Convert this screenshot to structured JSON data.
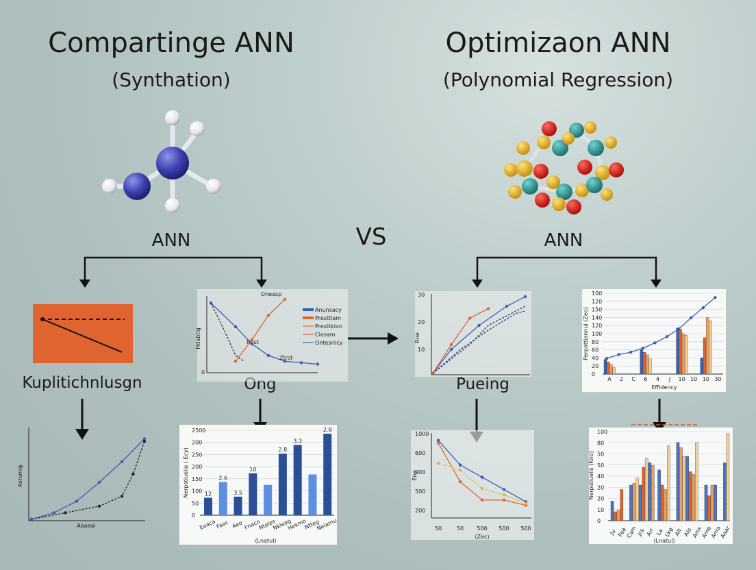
{
  "left": {
    "title": "Compartinge ANN",
    "subtitle": "(Synthation)",
    "ann_label": "ANN",
    "label_a": "Kuplitichnlusgn",
    "label_b": "Ong"
  },
  "right": {
    "title": "Optimizaon ANN",
    "subtitle": "(Polynomial Regression)",
    "ann_label": "ANN",
    "label_c": "Pueing"
  },
  "vs_label": "VS",
  "colors": {
    "arrow": "#111111",
    "orange": "#e0642f",
    "blue": "#3b5bb8",
    "teal": "#2f9a98",
    "yellow": "#e6b530",
    "red": "#d42020",
    "tan": "#e9c286"
  },
  "icons": [
    "molecule-ammonia-icon",
    "molecule-ring-icon",
    "arrow-down-icon",
    "arrow-right-icon"
  ],
  "chart_data": [
    {
      "type": "line",
      "id": "line-legend",
      "title": "Oneasp",
      "ylabel": "Hdabtig",
      "y_tick": "0",
      "legend": [
        "Anunsacy",
        "Presttlam",
        "Presttkion",
        "Ciasam",
        "Ontesriicy"
      ],
      "annotations": [
        "Rnst",
        "Ztrst"
      ],
      "series": [
        {
          "values": [
            [
              0,
              95
            ],
            [
              3,
              62
            ],
            [
              5,
              38
            ],
            [
              7,
              22
            ],
            [
              9,
              14
            ],
            [
              11,
              12
            ],
            [
              13,
              10
            ]
          ]
        },
        {
          "values": [
            [
              3,
              14
            ],
            [
              5,
              44
            ],
            [
              7,
              78
            ],
            [
              9,
              100
            ]
          ]
        },
        {
          "values": [
            [
              0,
              95
            ],
            [
              1.5,
              60
            ],
            [
              3,
              22
            ],
            [
              4,
              14
            ]
          ]
        }
      ]
    },
    {
      "type": "line",
      "id": "line-rising",
      "ylabel": "Rne",
      "y_ticks": [
        "30",
        "20",
        "10"
      ],
      "series": [
        {
          "values": [
            [
              0,
              0
            ],
            [
              2,
              10
            ],
            [
              5,
              20
            ],
            [
              8,
              28
            ],
            [
              10,
              32
            ]
          ]
        },
        {
          "values": [
            [
              0,
              0
            ],
            [
              2,
              6
            ],
            [
              4,
              12
            ],
            [
              6,
              20
            ],
            [
              8,
              24
            ],
            [
              10,
              28
            ]
          ]
        },
        {
          "values": [
            [
              0,
              0
            ],
            [
              2,
              12
            ],
            [
              4,
              23
            ],
            [
              6,
              27
            ]
          ]
        },
        {
          "values": [
            [
              0,
              0
            ],
            [
              3,
              10
            ],
            [
              6,
              18
            ],
            [
              9,
              25
            ],
            [
              10,
              26
            ]
          ]
        }
      ]
    },
    {
      "type": "bar",
      "id": "bar-line-top-right",
      "ylabel": "Perpattiannul (Zeo)",
      "xlabel": "Effidency",
      "y_ticks": [
        "100",
        "120",
        "150",
        "140",
        "120",
        "100",
        "80",
        "60",
        "40",
        "20",
        "0"
      ],
      "categories": [
        "A",
        "2",
        "C",
        "6",
        "4",
        "J",
        "10",
        "10",
        "10",
        "30"
      ],
      "series": [
        {
          "values": [
            18,
            0,
            0,
            30,
            0,
            0,
            57,
            0,
            20,
            0
          ]
        },
        {
          "values": [
            15,
            0,
            0,
            27,
            0,
            0,
            55,
            0,
            45,
            0
          ]
        },
        {
          "values": [
            12,
            0,
            0,
            24,
            0,
            0,
            50,
            0,
            70,
            0
          ]
        },
        {
          "values": [
            8,
            0,
            0,
            19,
            0,
            0,
            48,
            0,
            66,
            0
          ]
        }
      ],
      "trend": [
        20,
        25,
        28,
        33,
        40,
        48,
        58,
        72,
        85,
        98
      ]
    },
    {
      "type": "line",
      "id": "line-decay",
      "ylabel": "Axlumig",
      "xlabel": "Aaaaai",
      "series": [
        {
          "values": [
            [
              0,
              0
            ],
            [
              3,
              8
            ],
            [
              6,
              16
            ],
            [
              8,
              28
            ],
            [
              9,
              55
            ],
            [
              10,
              95
            ]
          ]
        },
        {
          "values": [
            [
              0,
              0
            ],
            [
              2,
              8
            ],
            [
              4,
              22
            ],
            [
              6,
              45
            ],
            [
              8,
              70
            ],
            [
              10,
              98
            ]
          ]
        }
      ]
    },
    {
      "type": "bar",
      "id": "bar-mid-left",
      "ylabel": "Nerpstiuelia ( Ecy)",
      "xlabel": "(Lnatul)",
      "y_ticks": [
        "2500",
        "200",
        "250",
        "200",
        "150",
        "100",
        "50",
        "0"
      ],
      "categories": [
        "Eaaca",
        "Faac",
        "Aeo",
        "Fnaco",
        "Nteles",
        "Nkleeg",
        "Hekmo",
        "Ntteg",
        "Neiamu"
      ],
      "values": [
        62,
        118,
        66,
        149,
        108,
        219,
        250,
        145,
        290
      ],
      "labels": [
        "12",
        "2.6",
        "3.5",
        "10",
        "",
        "2.8",
        "3.3",
        "",
        "2.8"
      ]
    },
    {
      "type": "line",
      "id": "line-bottom-mid",
      "ylabel": "Ene",
      "xlabel": "(Zec)",
      "y_ticks": [
        "1000",
        "600",
        "900",
        "500",
        "200"
      ],
      "x_ticks": [
        "50",
        "50",
        "500",
        "500",
        "500"
      ],
      "series": [
        {
          "values": [
            [
              0,
              900
            ],
            [
              1,
              620
            ],
            [
              2,
              480
            ],
            [
              3,
              340
            ],
            [
              4,
              200
            ]
          ]
        },
        {
          "values": [
            [
              0,
              870
            ],
            [
              1,
              430
            ],
            [
              2,
              220
            ],
            [
              3,
              220
            ],
            [
              4,
              160
            ]
          ]
        },
        {
          "values": [
            [
              0,
              640
            ],
            [
              1,
              560
            ],
            [
              2,
              350
            ],
            [
              3,
              280
            ],
            [
              4,
              180
            ]
          ]
        }
      ]
    },
    {
      "type": "bar",
      "id": "bar-bottom-right",
      "ylabel": "Nerpstiuelis (Kno)",
      "xlabel": "(Lnatul)",
      "y_ticks": [
        "100",
        "80",
        "50",
        "50",
        "40",
        "20",
        "20",
        "10",
        "0"
      ],
      "categories": [
        "Ju",
        "Fea",
        "Cam",
        "Jra",
        "Arr",
        "La",
        "Lkg",
        "Alt",
        "Alo",
        "Ams",
        "Ame",
        "Ama",
        "Aaar"
      ],
      "series": [
        {
          "values": [
            22,
            0,
            40,
            40,
            65,
            57,
            0,
            88,
            72,
            0,
            40,
            40,
            65
          ]
        },
        {
          "values": [
            10,
            35,
            0,
            60,
            0,
            40,
            0,
            0,
            55,
            0,
            28,
            0,
            0
          ]
        },
        {
          "values": [
            12,
            0,
            42,
            0,
            62,
            35,
            0,
            82,
            52,
            0,
            40,
            0,
            0
          ]
        },
        {
          "values": [
            0,
            0,
            48,
            70,
            0,
            0,
            84,
            72,
            0,
            88,
            0,
            0,
            98
          ]
        }
      ]
    }
  ]
}
